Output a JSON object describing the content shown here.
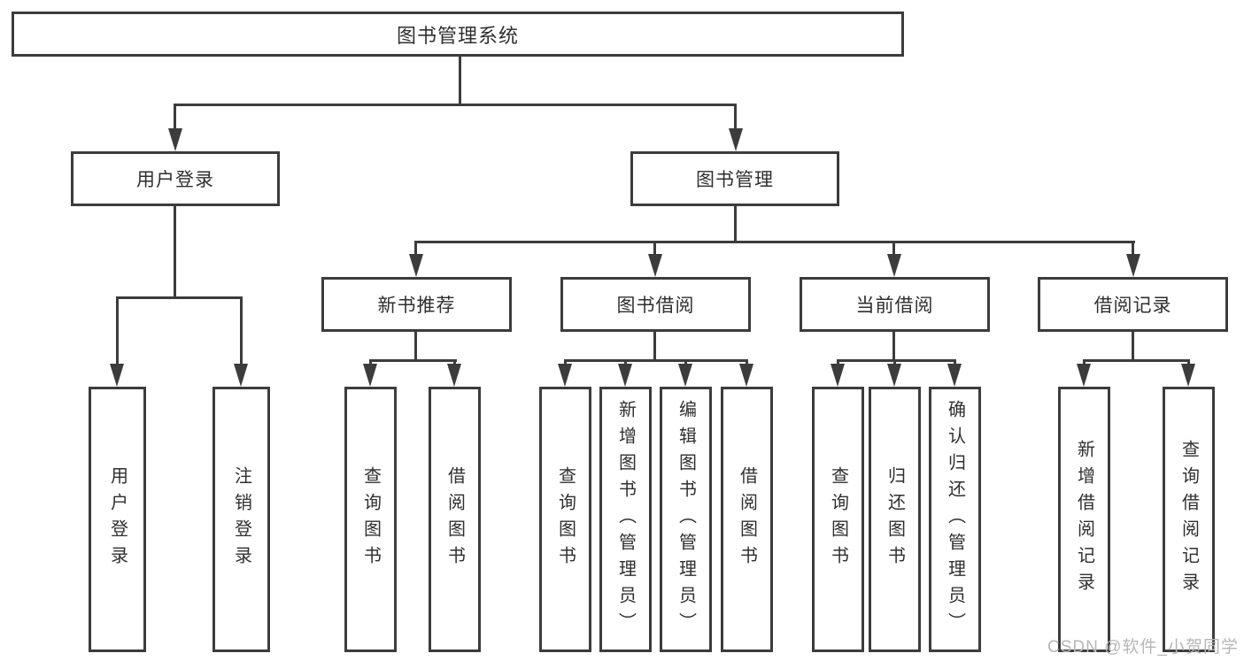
{
  "tree": {
    "label": "图书管理系统",
    "children": [
      {
        "label": "用户登录",
        "children": [
          {
            "label": "用户登录"
          },
          {
            "label": "注销登录"
          }
        ]
      },
      {
        "label": "图书管理",
        "children": [
          {
            "label": "新书推荐",
            "children": [
              {
                "label": "查询图书"
              },
              {
                "label": "借阅图书"
              }
            ]
          },
          {
            "label": "图书借阅",
            "children": [
              {
                "label": "查询图书"
              },
              {
                "label": "新增图书（管理员）"
              },
              {
                "label": "编辑图书（管理员）"
              },
              {
                "label": "借阅图书"
              }
            ]
          },
          {
            "label": "当前借阅",
            "children": [
              {
                "label": "查询图书"
              },
              {
                "label": "归还图书"
              },
              {
                "label": "确认归还（管理员）"
              }
            ]
          },
          {
            "label": "借阅记录",
            "children": [
              {
                "label": "新增借阅记录"
              },
              {
                "label": "查询借阅记录"
              }
            ]
          }
        ]
      }
    ]
  },
  "watermark": {
    "text": "CSDN @软件_小贺同学"
  },
  "colors": {
    "line": "#3C3C3C",
    "text": "#2F2F2F",
    "watermark": "#B6B6B6",
    "background": "#FFFFFF"
  }
}
